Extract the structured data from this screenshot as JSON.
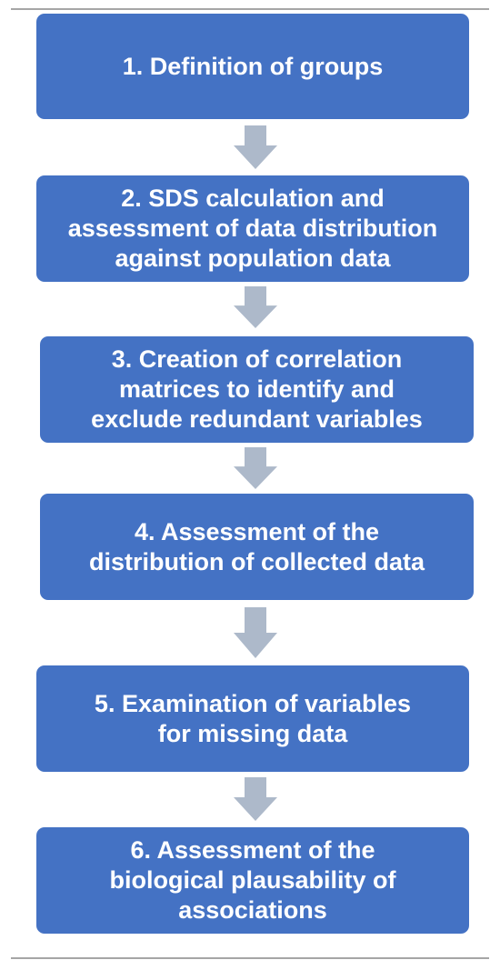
{
  "steps": [
    {
      "label": "1. Definition of groups"
    },
    {
      "label": "2. SDS calculation and\nassessment of data distribution\nagainst population data"
    },
    {
      "label": "3. Creation of correlation\nmatrices to identify and\nexclude redundant variables"
    },
    {
      "label": "4. Assessment of the\ndistribution of collected data"
    },
    {
      "label": "5. Examination of variables\nfor missing data"
    },
    {
      "label": "6. Assessment of the\nbiological plausability of\nassociations"
    }
  ],
  "colors": {
    "box_fill": "#4472c4",
    "arrow_fill": "#adb9ca",
    "text": "#ffffff",
    "rule": "#a6a6a6"
  }
}
